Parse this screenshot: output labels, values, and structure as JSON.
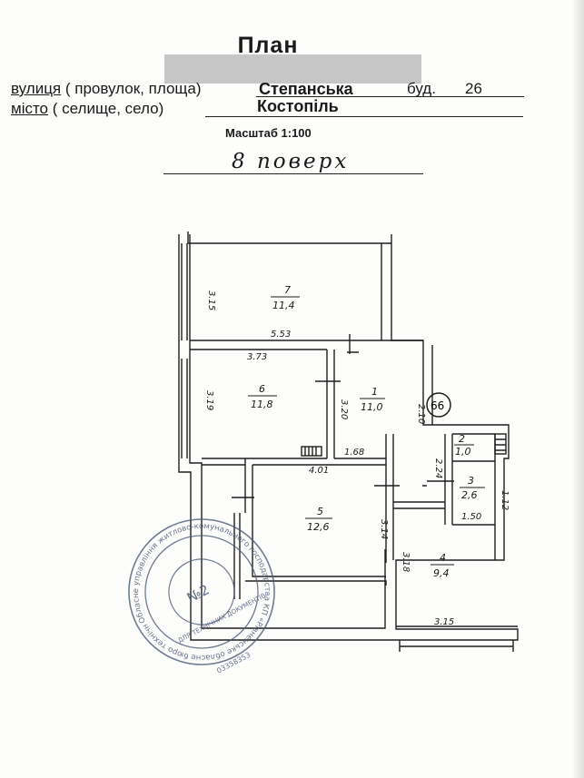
{
  "header": {
    "title": "План",
    "street_label": "вулиця",
    "street_hint": "( провулок, площа)",
    "street_value": "Степанська",
    "building_label": "буд.",
    "building_value": "26",
    "city_label": "місто",
    "city_hint": "( селище, село)",
    "city_value": "Костопіль",
    "scale": "Масштаб 1:100",
    "floor": "8 поверх"
  },
  "plan": {
    "rooms": [
      {
        "id": "room-7",
        "number": "7",
        "area": "11,4"
      },
      {
        "id": "room-6",
        "number": "6",
        "area": "11,8"
      },
      {
        "id": "room-1",
        "number": "1",
        "area": "11,0"
      },
      {
        "id": "room-2",
        "number": "2",
        "area": "1,0"
      },
      {
        "id": "room-3",
        "number": "3",
        "area": "2,6"
      },
      {
        "id": "room-5",
        "number": "5",
        "area": "12,6"
      },
      {
        "id": "room-4",
        "number": "4",
        "area": "9,4"
      }
    ],
    "dimensions": [
      "5.53",
      "3.73",
      "3.15",
      "3.19",
      "3.20",
      "2.10",
      "1.68",
      "4.01",
      "2.24",
      "1.12",
      "1.50",
      "3.14",
      "3.18",
      "3.15"
    ],
    "apartment_number": "66"
  },
  "stamp": {
    "center_top": "№2",
    "center_bottom": "ДЛЯ ТЕХНІЧНИХ ДОКУМЕНТІВ",
    "outer_text": "Обласне управління житлово-комунального господарства КП «Рівненське обласне бюро технічної інвентаризації»",
    "code": "03358353"
  }
}
